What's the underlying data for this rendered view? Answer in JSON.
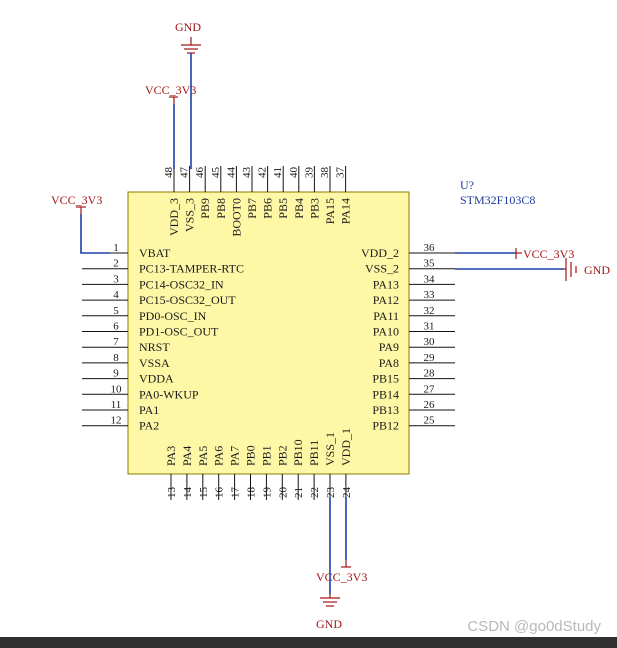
{
  "chip": {
    "designator": "U?",
    "part": "STM32F103C8",
    "fill": "#fdf7a6",
    "stroke": "#8a7a00",
    "left_pins": [
      {
        "num": "1",
        "name": "VBAT"
      },
      {
        "num": "2",
        "name": "PC13-TAMPER-RTC"
      },
      {
        "num": "3",
        "name": "PC14-OSC32_IN"
      },
      {
        "num": "4",
        "name": "PC15-OSC32_OUT"
      },
      {
        "num": "5",
        "name": "PD0-OSC_IN"
      },
      {
        "num": "6",
        "name": "PD1-OSC_OUT"
      },
      {
        "num": "7",
        "name": "NRST"
      },
      {
        "num": "8",
        "name": "VSSA"
      },
      {
        "num": "9",
        "name": "VDDA"
      },
      {
        "num": "10",
        "name": "PA0-WKUP"
      },
      {
        "num": "11",
        "name": "PA1"
      },
      {
        "num": "12",
        "name": "PA2"
      }
    ],
    "right_pins": [
      {
        "num": "36",
        "name": "VDD_2"
      },
      {
        "num": "35",
        "name": "VSS_2"
      },
      {
        "num": "34",
        "name": "PA13"
      },
      {
        "num": "33",
        "name": "PA12"
      },
      {
        "num": "32",
        "name": "PA11"
      },
      {
        "num": "31",
        "name": "PA10"
      },
      {
        "num": "30",
        "name": "PA9"
      },
      {
        "num": "29",
        "name": "PA8"
      },
      {
        "num": "28",
        "name": "PB15"
      },
      {
        "num": "27",
        "name": "PB14"
      },
      {
        "num": "26",
        "name": "PB13"
      },
      {
        "num": "25",
        "name": "PB12"
      }
    ],
    "top_pins": [
      {
        "num": "48",
        "name": "VDD_3"
      },
      {
        "num": "47",
        "name": "VSS_3"
      },
      {
        "num": "46",
        "name": "PB9"
      },
      {
        "num": "45",
        "name": "PB8"
      },
      {
        "num": "44",
        "name": "BOOT0"
      },
      {
        "num": "43",
        "name": "PB7"
      },
      {
        "num": "42",
        "name": "PB6"
      },
      {
        "num": "41",
        "name": "PB5"
      },
      {
        "num": "40",
        "name": "PB4"
      },
      {
        "num": "39",
        "name": "PB3"
      },
      {
        "num": "38",
        "name": "PA15"
      },
      {
        "num": "37",
        "name": "PA14"
      }
    ],
    "bottom_pins": [
      {
        "num": "13",
        "name": "PA3"
      },
      {
        "num": "14",
        "name": "PA4"
      },
      {
        "num": "15",
        "name": "PA5"
      },
      {
        "num": "16",
        "name": "PA6"
      },
      {
        "num": "17",
        "name": "PA7"
      },
      {
        "num": "18",
        "name": "PB0"
      },
      {
        "num": "19",
        "name": "PB1"
      },
      {
        "num": "20",
        "name": "PB2"
      },
      {
        "num": "21",
        "name": "PB10"
      },
      {
        "num": "22",
        "name": "PB11"
      },
      {
        "num": "23",
        "name": "VSS_1"
      },
      {
        "num": "24",
        "name": "VDD_1"
      }
    ]
  },
  "nets": {
    "gnd_top": "GND",
    "vcc_top": "VCC_3V3",
    "vcc_left": "VCC_3V3",
    "vcc_right": "VCC_3V3",
    "gnd_right": "GND",
    "vcc_bottom": "VCC_3V3",
    "gnd_bottom": "GND"
  },
  "colors": {
    "wire": "#1f3fa8",
    "power": "#a31515"
  },
  "watermark": "CSDN @go0dStudy"
}
